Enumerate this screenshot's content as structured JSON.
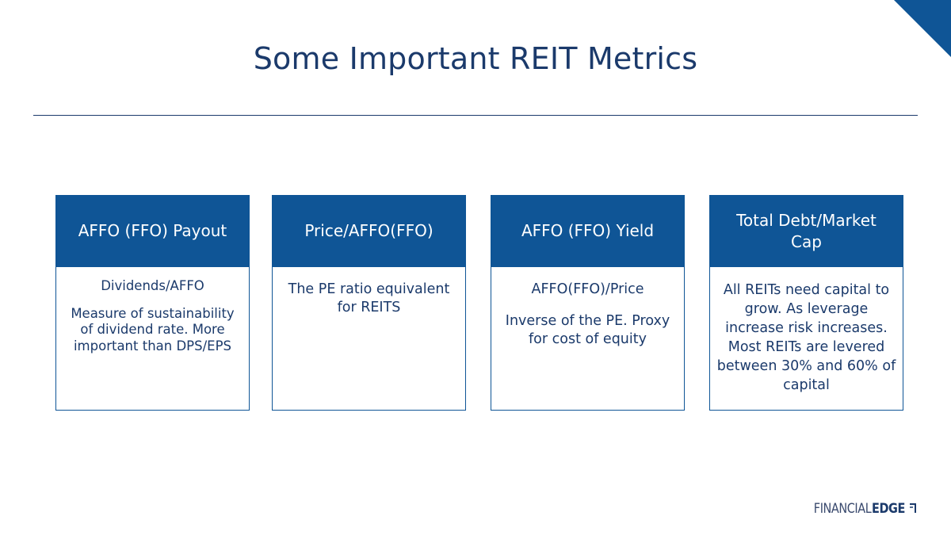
{
  "slide": {
    "title": "Some Important REIT Metrics"
  },
  "cards": [
    {
      "header": "AFFO (FFO) Payout",
      "body": [
        "Dividends/AFFO",
        "Measure of sustainability of dividend rate. More important than DPS/EPS"
      ]
    },
    {
      "header": "Price/AFFO(FFO)",
      "body": [
        "The PE ratio equivalent for REITS"
      ]
    },
    {
      "header": "AFFO (FFO) Yield",
      "body": [
        "AFFO(FFO)/Price",
        "Inverse of the PE. Proxy for cost of equity"
      ]
    },
    {
      "header": "Total Debt/Market Cap",
      "body": [
        "All REITs need capital to grow.  As leverage increase risk increases.  Most REITs are levered  between 30% and 60% of capital"
      ]
    }
  ],
  "logo": {
    "part1": "FINANCIAL",
    "part2": "EDGE",
    "icon": "corner-bracket-icon"
  },
  "colors": {
    "primary": "#0f5596",
    "title": "#1b3a6b",
    "background": "#ffffff"
  }
}
